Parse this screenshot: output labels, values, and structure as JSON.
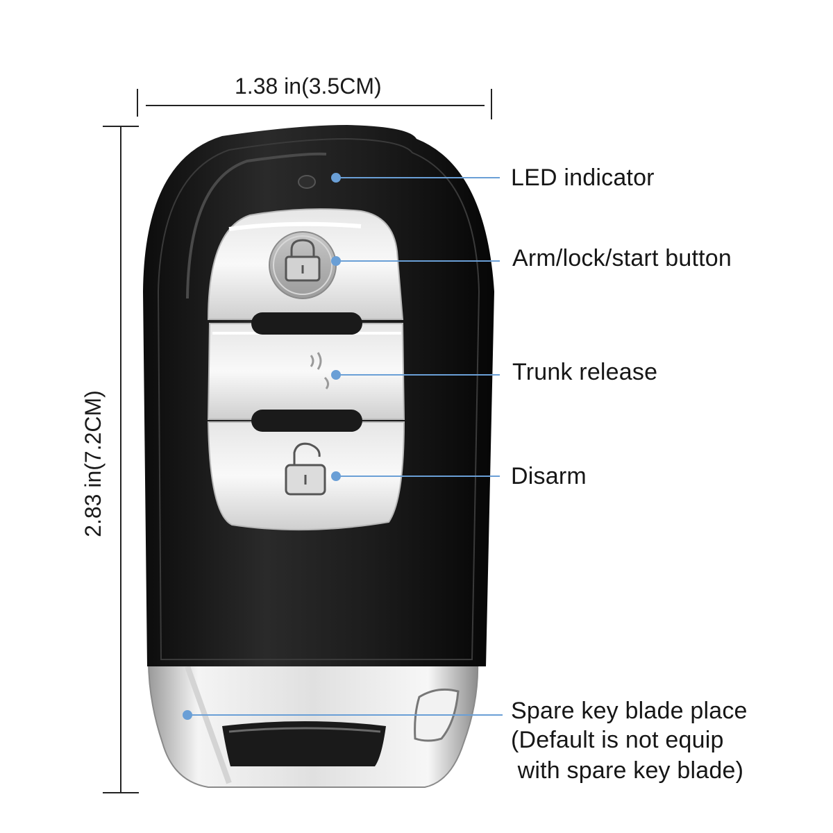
{
  "dimensions": {
    "width_label": "1.38 in(3.5CM)",
    "height_label": "2.83 in(7.2CM)"
  },
  "callouts": {
    "led": "LED indicator",
    "arm": "Arm/lock/start button",
    "trunk": "Trunk release",
    "disarm": "Disarm",
    "spare_line1": "Spare key blade place",
    "spare_line2": "(Default is not equip",
    "spare_line3": " with spare key blade)"
  },
  "icons": {
    "top_button": "padlock-closed-icon",
    "middle_button": "trunk-waves-icon",
    "bottom_button": "padlock-open-icon"
  },
  "colors": {
    "leader_line": "#6a9fd6",
    "key_body": "#111111",
    "chrome": "#e4e4e4"
  }
}
